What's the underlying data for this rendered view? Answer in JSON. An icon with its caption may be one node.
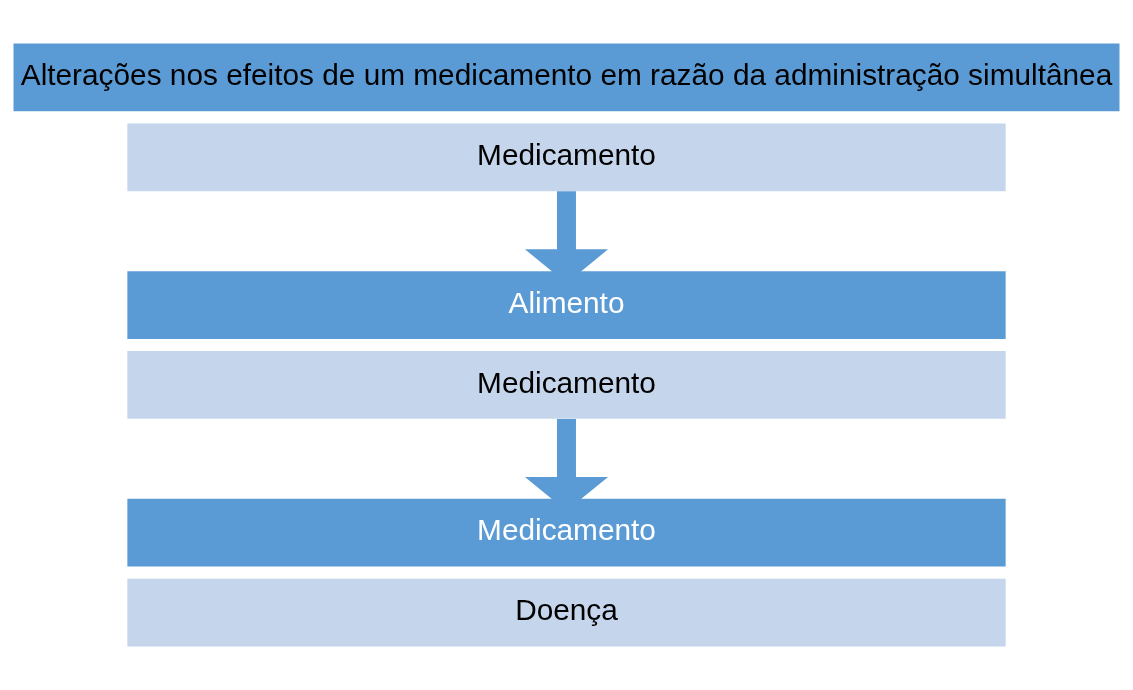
{
  "diagram": {
    "nodes": [
      {
        "text": [
          "Alterações nos efeitos de um medicamento em razão da administração simultânea"
        ]
      },
      {
        "text": [
          "Medicamento"
        ]
      },
      {
        "text": [
          "Alimento"
        ]
      },
      {
        "text": [
          "Medicamento"
        ]
      },
      {
        "text": [
          "Medicamento"
        ]
      },
      {
        "text": [
          "Doença"
        ]
      }
    ],
    "edges": [
      {
        "from": 1,
        "to": 2,
        "arrow": "to"
      },
      {
        "from": 3,
        "to": 4,
        "arrow": "to"
      }
    ]
  }
}
